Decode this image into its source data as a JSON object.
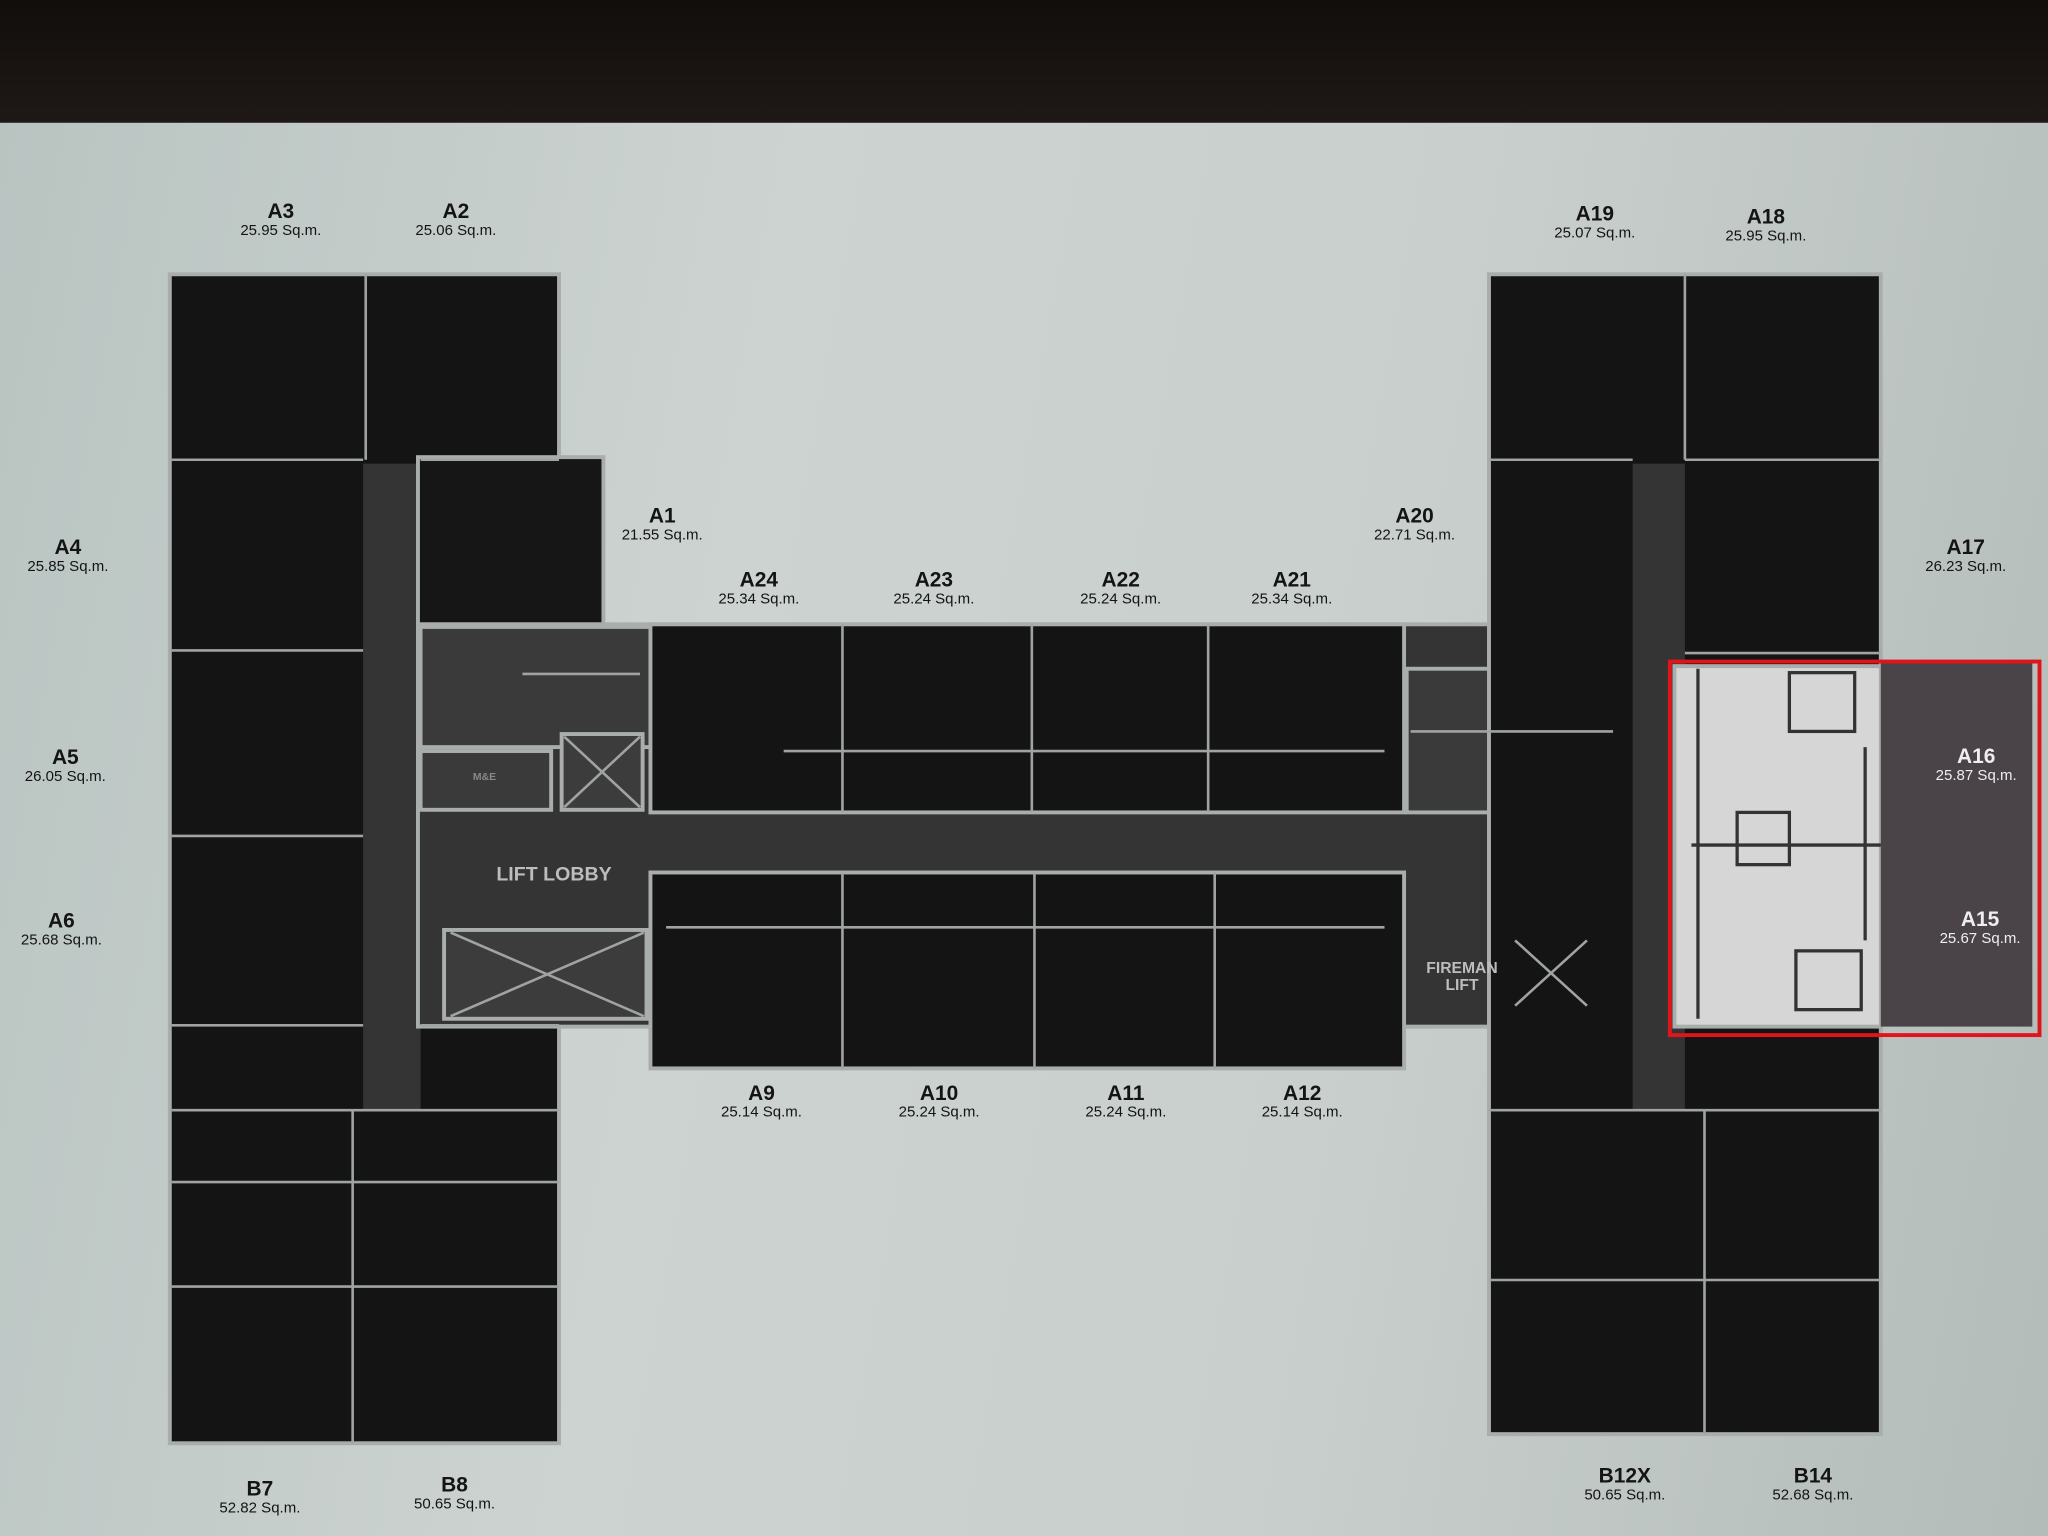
{
  "plan": {
    "area_labels": {
      "lift_lobby": "LIFT LOBBY",
      "fireman_lift_1": "FIREMAN",
      "fireman_lift_2": "LIFT",
      "me_room": "M&E"
    },
    "highlight_color": "#e0141b",
    "units": {
      "A3": {
        "name": "A3",
        "area": "25.95 Sq.m."
      },
      "A2": {
        "name": "A2",
        "area": "25.06 Sq.m."
      },
      "A4": {
        "name": "A4",
        "area": "25.85 Sq.m."
      },
      "A5": {
        "name": "A5",
        "area": "26.05 Sq.m."
      },
      "A6": {
        "name": "A6",
        "area": "25.68 Sq.m."
      },
      "A1": {
        "name": "A1",
        "area": "21.55 Sq.m."
      },
      "A24": {
        "name": "A24",
        "area": "25.34 Sq.m."
      },
      "A23": {
        "name": "A23",
        "area": "25.24 Sq.m."
      },
      "A22": {
        "name": "A22",
        "area": "25.24 Sq.m."
      },
      "A21": {
        "name": "A21",
        "area": "25.34 Sq.m."
      },
      "A20": {
        "name": "A20",
        "area": "22.71 Sq.m."
      },
      "A19": {
        "name": "A19",
        "area": "25.07 Sq.m."
      },
      "A18": {
        "name": "A18",
        "area": "25.95 Sq.m."
      },
      "A17": {
        "name": "A17",
        "area": "26.23 Sq.m."
      },
      "A16": {
        "name": "A16",
        "area": "25.87 Sq.m."
      },
      "A15": {
        "name": "A15",
        "area": "25.67 Sq.m."
      },
      "A9": {
        "name": "A9",
        "area": "25.14 Sq.m."
      },
      "A10": {
        "name": "A10",
        "area": "25.24 Sq.m."
      },
      "A11": {
        "name": "A11",
        "area": "25.24 Sq.m."
      },
      "A12": {
        "name": "A12",
        "area": "25.14 Sq.m."
      },
      "B7": {
        "name": "B7",
        "area": "52.82 Sq.m."
      },
      "B8": {
        "name": "B8",
        "area": "50.65 Sq.m."
      },
      "B12X": {
        "name": "B12X",
        "area": "50.65 Sq.m."
      },
      "B14": {
        "name": "B14",
        "area": "52.68 Sq.m."
      }
    }
  }
}
